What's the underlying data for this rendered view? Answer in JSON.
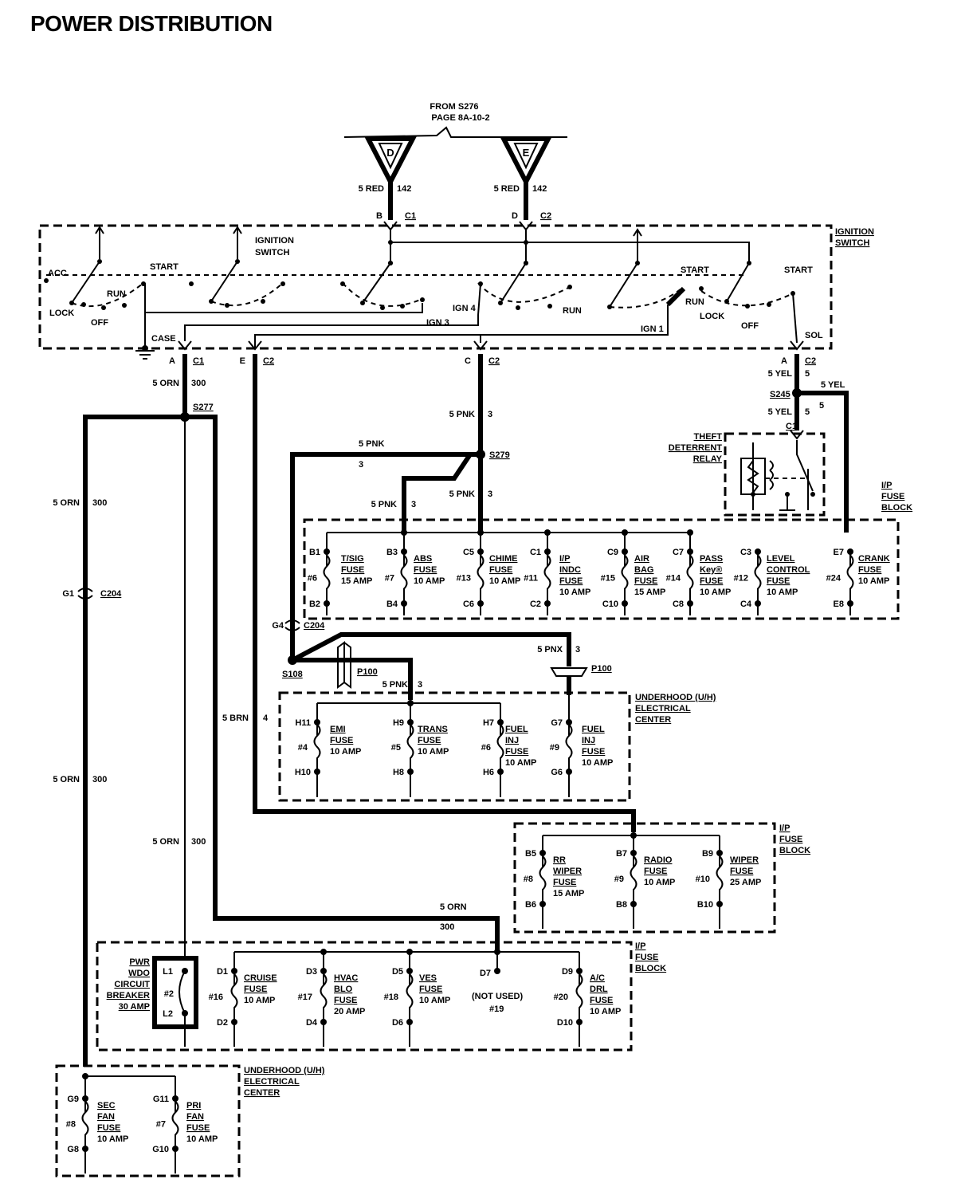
{
  "title": "POWER DISTRIBUTION",
  "from": {
    "line1": "FROM S276",
    "line2": "PAGE 8A-10-2"
  },
  "feeds": [
    {
      "letter": "D",
      "wire": "5 RED",
      "circuit": "142",
      "pin": "B",
      "conn": "C1"
    },
    {
      "letter": "E",
      "wire": "5 RED",
      "circuit": "142",
      "pin": "D",
      "conn": "C2"
    }
  ],
  "ignition": {
    "label_inner": [
      "IGNITION",
      "SWITCH"
    ],
    "label_outer": [
      "IGNITION",
      "SWITCH"
    ],
    "positions": {
      "acc": "ACC",
      "start": "START",
      "run": "RUN",
      "lock": "LOCK",
      "off": "OFF",
      "case": "CASE",
      "ign1": "IGN 1",
      "ign3": "IGN 3",
      "ign4": "IGN 4",
      "sol": "SOL"
    },
    "outputs": [
      {
        "pin": "A",
        "conn": "C1"
      },
      {
        "pin": "E",
        "conn": "C2"
      },
      {
        "pin": "C",
        "conn": "C2"
      },
      {
        "pin": "A",
        "conn": "C2"
      }
    ]
  },
  "wires": {
    "orn": "5 ORN",
    "c300": "300",
    "pnk": "5 PNK",
    "c3": "3",
    "pnx": "5 PNX",
    "brn": "5 BRN",
    "c4": "4",
    "yel": "5 YEL",
    "c5": "5",
    "orn_spaced": "5  ORN"
  },
  "splices": {
    "s277": "S277",
    "s279": "S279",
    "s245": "S245",
    "s108": "S108"
  },
  "connectors": {
    "c204": "C204",
    "g1": "G1",
    "g4": "G4",
    "p100": "P100",
    "c1": "C1"
  },
  "relay": [
    "THEFT",
    "DETERRENT",
    "RELAY"
  ],
  "ip_fuse_block_label": [
    "I/P",
    "FUSE",
    "BLOCK"
  ],
  "uh_center_label": [
    "UNDERHOOD (U/H)",
    "ELECTRICAL",
    "CENTER"
  ],
  "ip_fuses_top": [
    {
      "top": "B1",
      "bottom": "B2",
      "num": "#6",
      "lines": [
        "T/SIG",
        "FUSE",
        "15 AMP"
      ]
    },
    {
      "top": "B3",
      "bottom": "B4",
      "num": "#7",
      "lines": [
        "ABS",
        "FUSE",
        "10 AMP"
      ]
    },
    {
      "top": "C5",
      "bottom": "C6",
      "num": "#13",
      "lines": [
        "CHIME",
        "FUSE",
        "10 AMP"
      ]
    },
    {
      "top": "C1",
      "bottom": "C2",
      "num": "#11",
      "lines": [
        "I/P",
        "INDC",
        "FUSE",
        "10 AMP"
      ]
    },
    {
      "top": "C9",
      "bottom": "C10",
      "num": "#15",
      "lines": [
        "AIR",
        "BAG",
        "FUSE",
        "15 AMP"
      ]
    },
    {
      "top": "C7",
      "bottom": "C8",
      "num": "#14",
      "lines": [
        "PASS",
        "Key®",
        "FUSE",
        "10 AMP"
      ]
    },
    {
      "top": "C3",
      "bottom": "C4",
      "num": "#12",
      "lines": [
        "LEVEL",
        "CONTROL",
        "FUSE",
        "10 AMP"
      ]
    },
    {
      "top": "E7",
      "bottom": "E8",
      "num": "#24",
      "lines": [
        "CRANK",
        "FUSE",
        "10 AMP"
      ]
    }
  ],
  "uh_fuses_mid": [
    {
      "top": "H11",
      "bottom": "H10",
      "num": "#4",
      "lines": [
        "EMI",
        "FUSE",
        "10 AMP"
      ]
    },
    {
      "top": "H9",
      "bottom": "H8",
      "num": "#5",
      "lines": [
        "TRANS",
        "FUSE",
        "10 AMP"
      ]
    },
    {
      "top": "H7",
      "bottom": "H6",
      "num": "#6",
      "lines": [
        "FUEL",
        "INJ",
        "FUSE",
        "10 AMP"
      ]
    },
    {
      "top": "G7",
      "bottom": "G6",
      "num": "#9",
      "lines": [
        "FUEL",
        "INJ",
        "FUSE",
        "10 AMP"
      ]
    }
  ],
  "ip_fuses_b": [
    {
      "top": "B5",
      "bottom": "B6",
      "num": "#8",
      "lines": [
        "RR",
        "WIPER",
        "FUSE",
        "15 AMP"
      ]
    },
    {
      "top": "B7",
      "bottom": "B8",
      "num": "#9",
      "lines": [
        "RADIO",
        "FUSE",
        "10 AMP"
      ]
    },
    {
      "top": "B9",
      "bottom": "B10",
      "num": "#10",
      "lines": [
        "WIPER",
        "FUSE",
        "25 AMP"
      ]
    }
  ],
  "breaker": {
    "top": "L1",
    "bottom": "L2",
    "num": "#2",
    "lines": [
      "PWR",
      "WDO",
      "CIRCUIT",
      "BREAKER",
      "30 AMP"
    ]
  },
  "ip_fuses_d": [
    {
      "top": "D1",
      "bottom": "D2",
      "num": "#16",
      "lines": [
        "CRUISE",
        "FUSE",
        "10 AMP"
      ]
    },
    {
      "top": "D3",
      "bottom": "D4",
      "num": "#17",
      "lines": [
        "HVAC",
        "BLO",
        "FUSE",
        "20 AMP"
      ]
    },
    {
      "top": "D5",
      "bottom": "D6",
      "num": "#18",
      "lines": [
        "VES",
        "FUSE",
        "10 AMP"
      ]
    },
    {
      "top": "D9",
      "bottom": "D10",
      "num": "#20",
      "lines": [
        "A/C",
        "DRL",
        "FUSE",
        "10 AMP"
      ]
    }
  ],
  "not_used": {
    "pin": "D7",
    "text": "(NOT USED)",
    "num": "#19"
  },
  "uh_fuses_g": [
    {
      "top": "G9",
      "bottom": "G8",
      "num": "#8",
      "lines": [
        "SEC",
        "FAN",
        "FUSE",
        "10 AMP"
      ]
    },
    {
      "top": "G11",
      "bottom": "G10",
      "num": "#7",
      "lines": [
        "PRI",
        "FAN",
        "FUSE",
        "10 AMP"
      ]
    }
  ]
}
